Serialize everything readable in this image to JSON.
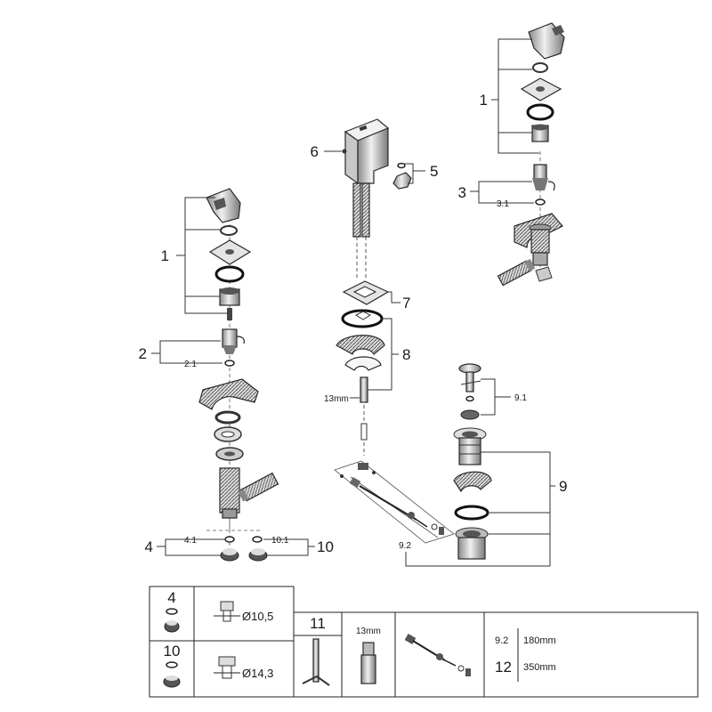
{
  "labels": {
    "l1_left": "1",
    "l2": "2",
    "l2_1": "2.1",
    "l4": "4",
    "l4_1": "4.1",
    "l10": "10",
    "l10_1": "10.1",
    "l6": "6",
    "l5": "5",
    "l7": "7",
    "l8": "8",
    "l13mm": "13mm",
    "l1_right": "1",
    "l3": "3",
    "l3_1": "3.1",
    "l9": "9",
    "l9_1": "9.1",
    "l9_2": "9.2"
  },
  "legend": {
    "box_4_num": "4",
    "box_4_dim": "Ø10,5",
    "box_10_num": "10",
    "box_10_dim": "Ø14,3",
    "box_11_num": "11",
    "box_13mm": "13mm",
    "row1_ref": "9.2",
    "row1_len": "180mm",
    "row2_ref": "12",
    "row2_len": "350mm"
  },
  "colors": {
    "line": "#333333",
    "part_light": "#e6e6e6",
    "part_mid": "#bdbdbd",
    "part_dark": "#555555"
  }
}
